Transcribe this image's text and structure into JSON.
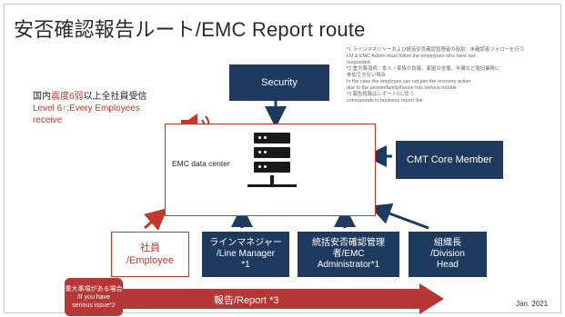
{
  "title": "安否確認報告ルート/EMC Report route",
  "notes": "*1 ラインマネジャーおよび統括安否確認管理者の役割：未確認者フォローを行う\n    LM & EMC Admin must follow the employees who have not\n    responded.\n*2 重大事項例：本人・家族の負傷、家屋の全壊、半壊など復旧業務に\n    参加できない場合\n    In the case the employee can not join the recovery action\n    due to the person/family/house has serious trouble\n*3 報告経路はレポート5に従う\n    corresponds to business report line",
  "receive": {
    "jp_prefix": "国内",
    "jp_highlight": "震度6弱",
    "jp_suffix": "以上全社員受信",
    "en_line1": "Level 6↑:Every Employees",
    "en_line2": "receive"
  },
  "nodes": {
    "security": "Security",
    "data_center": "EMC data center",
    "cmt": "CMT Core Member",
    "employee": "社員\n/Employee",
    "line_manager": "ラインマネジャー\n/Line Manager\n*1",
    "emc_admin": "統括安否確認管理\n者/EMC\nAdministrator*1",
    "division": "組織長\n/Division\nHead"
  },
  "report": {
    "label": "報告/Report *3",
    "serious": "重大事項がある場合\n/If you have\nserious issue*2"
  },
  "date": "Jan. 2021",
  "colors": {
    "navy": "#1f3a5f",
    "red": "#c0392b",
    "arrow_red": "#b73737"
  },
  "icons": [
    "server-icon",
    "speaker-icon"
  ]
}
